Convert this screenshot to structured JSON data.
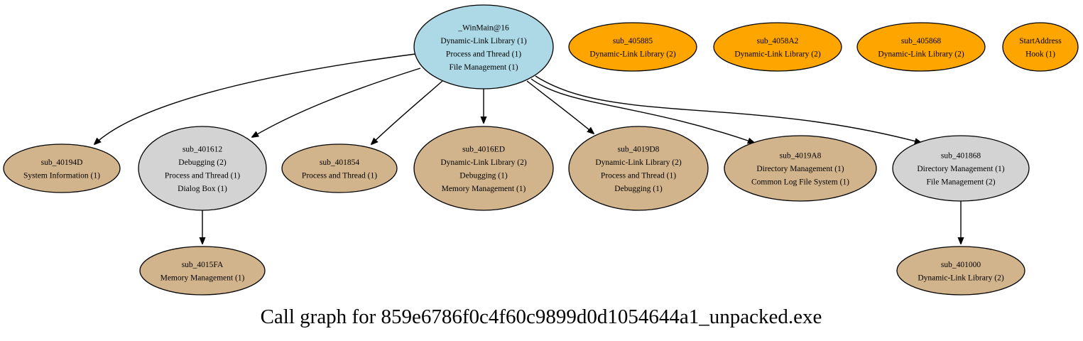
{
  "title": "Call graph for 859e6786f0c4f60c9899d0d1054644a1_unpacked.exe",
  "colors": {
    "root": "#add8e6",
    "internal": "#d3d3d3",
    "leaf": "#d2b48c",
    "orphan": "#ffa500"
  },
  "nodes": [
    {
      "id": "winmain",
      "name": "winmain-node",
      "kind": "root",
      "lines": [
        "_WinMain@16",
        "Dynamic-Link Library (1)",
        "Process and Thread (1)",
        "File Management (1)"
      ]
    },
    {
      "id": "sub_405885",
      "name": "sub-405885-node",
      "kind": "orphan",
      "lines": [
        "sub_405885",
        "Dynamic-Link Library (2)"
      ]
    },
    {
      "id": "sub_4058A2",
      "name": "sub-4058a2-node",
      "kind": "orphan",
      "lines": [
        "sub_4058A2",
        "Dynamic-Link Library (2)"
      ]
    },
    {
      "id": "sub_405868",
      "name": "sub-405868-node",
      "kind": "orphan",
      "lines": [
        "sub_405868",
        "Dynamic-Link Library (2)"
      ]
    },
    {
      "id": "startaddress",
      "name": "startaddress-node",
      "kind": "orphan",
      "lines": [
        "StartAddress",
        "Hook (1)"
      ]
    },
    {
      "id": "sub_40194D",
      "name": "sub-40194d-node",
      "kind": "leaf",
      "lines": [
        "sub_40194D",
        "System Information (1)"
      ]
    },
    {
      "id": "sub_401612",
      "name": "sub-401612-node",
      "kind": "internal",
      "lines": [
        "sub_401612",
        "Debugging (2)",
        "Process and Thread (1)",
        "Dialog Box (1)"
      ]
    },
    {
      "id": "sub_401854",
      "name": "sub-401854-node",
      "kind": "leaf",
      "lines": [
        "sub_401854",
        "Process and Thread (1)"
      ]
    },
    {
      "id": "sub_4016ED",
      "name": "sub-4016ed-node",
      "kind": "leaf",
      "lines": [
        "sub_4016ED",
        "Dynamic-Link Library (2)",
        "Debugging (1)",
        "Memory Management (1)"
      ]
    },
    {
      "id": "sub_4019D8",
      "name": "sub-4019d8-node",
      "kind": "leaf",
      "lines": [
        "sub_4019D8",
        "Dynamic-Link Library (2)",
        "Process and Thread (1)",
        "Debugging (1)"
      ]
    },
    {
      "id": "sub_4019A8",
      "name": "sub-4019a8-node",
      "kind": "leaf",
      "lines": [
        "sub_4019A8",
        "Directory Management (1)",
        "Common Log File System (1)"
      ]
    },
    {
      "id": "sub_401868",
      "name": "sub-401868-node",
      "kind": "internal",
      "lines": [
        "sub_401868",
        "Directory Management (1)",
        "File Management (2)"
      ]
    },
    {
      "id": "sub_4015FA",
      "name": "sub-4015fa-node",
      "kind": "leaf",
      "lines": [
        "sub_4015FA",
        "Memory Management (1)"
      ]
    },
    {
      "id": "sub_401000",
      "name": "sub-401000-node",
      "kind": "leaf",
      "lines": [
        "sub_401000",
        "Dynamic-Link Library (2)"
      ]
    }
  ],
  "edges": [
    {
      "from": "winmain",
      "to": "sub_40194D"
    },
    {
      "from": "winmain",
      "to": "sub_401612"
    },
    {
      "from": "winmain",
      "to": "sub_401854"
    },
    {
      "from": "winmain",
      "to": "sub_4016ED"
    },
    {
      "from": "winmain",
      "to": "sub_4019D8"
    },
    {
      "from": "winmain",
      "to": "sub_4019A8"
    },
    {
      "from": "winmain",
      "to": "sub_401868"
    },
    {
      "from": "sub_401612",
      "to": "sub_4015FA"
    },
    {
      "from": "sub_401868",
      "to": "sub_401000"
    }
  ]
}
